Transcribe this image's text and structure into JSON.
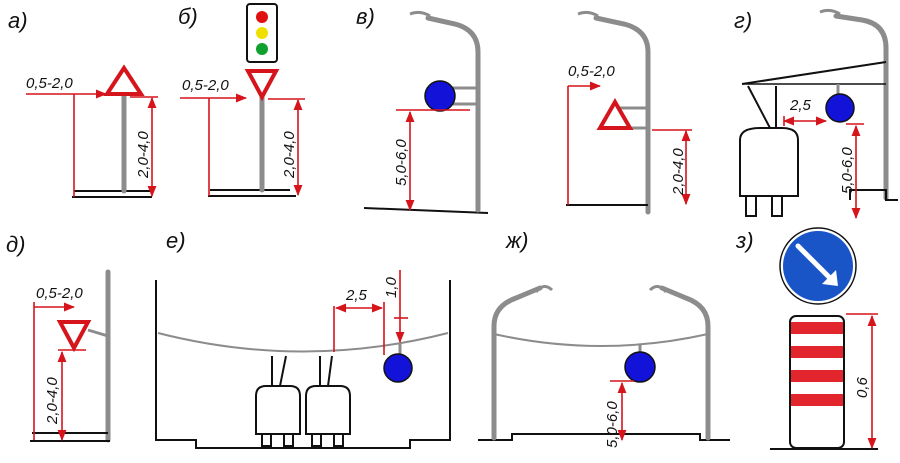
{
  "panels": {
    "a": "а)",
    "b": "б)",
    "v": "в)",
    "g": "г)",
    "d": "д)",
    "e": "е)",
    "zh": "ж)",
    "z": "з)"
  },
  "dims": {
    "a_h": "0,5-2,0",
    "a_v": "2,0-4,0",
    "b_h": "0,5-2,0",
    "b_v": "2,0-4,0",
    "v1_v": "5,0-6,0",
    "v2_h": "0,5-2,0",
    "v2_v": "2,0-4,0",
    "g_h": "2,5",
    "g_v": "5,0-6,0",
    "d_h": "0,5-2,0",
    "d_v": "2,0-4,0",
    "e_h": "2,5",
    "e_v": "1,0",
    "zh_v": "5,0-6,0",
    "z_v": "0,6"
  },
  "colors": {
    "red": "#d6141c",
    "ball_blue": "#1212d8",
    "pole_gray": "#8c8c8c",
    "sign_blue": "#1a55c8",
    "traffic_red": "#e01010",
    "traffic_yellow": "#f0e000",
    "traffic_green": "#10a030"
  }
}
